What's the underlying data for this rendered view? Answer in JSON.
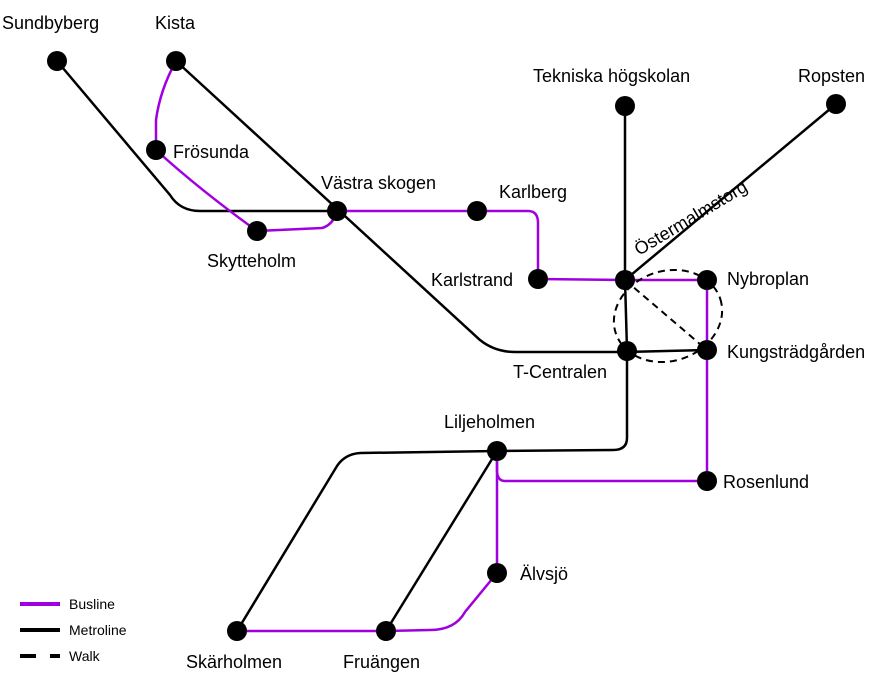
{
  "colors": {
    "busline": "#a000e0",
    "metroline": "#000000",
    "walk": "#000000",
    "station": "#000000"
  },
  "stations": {
    "sundbyberg": "Sundbyberg",
    "kista": "Kista",
    "frosunda": "Frösunda",
    "vastra_skogen": "Västra skogen",
    "skytteholm": "Skytteholm",
    "karlberg": "Karlberg",
    "tekniska": "Tekniska högskolan",
    "ropsten": "Ropsten",
    "ostermalmstorg": "Östermalmstorg",
    "karlstrand": "Karlstrand",
    "nybroplan": "Nybroplan",
    "kungstradgarden": "Kungsträdgården",
    "tcentralen": "T-Centralen",
    "liljeholmen": "Liljeholmen",
    "rosenlund": "Rosenlund",
    "alvsjo": "Älvsjö",
    "skarholmen": "Skärholmen",
    "fruangen": "Fruängen"
  },
  "legend": {
    "busline": "Busline",
    "metroline": "Metroline",
    "walk": "Walk"
  }
}
